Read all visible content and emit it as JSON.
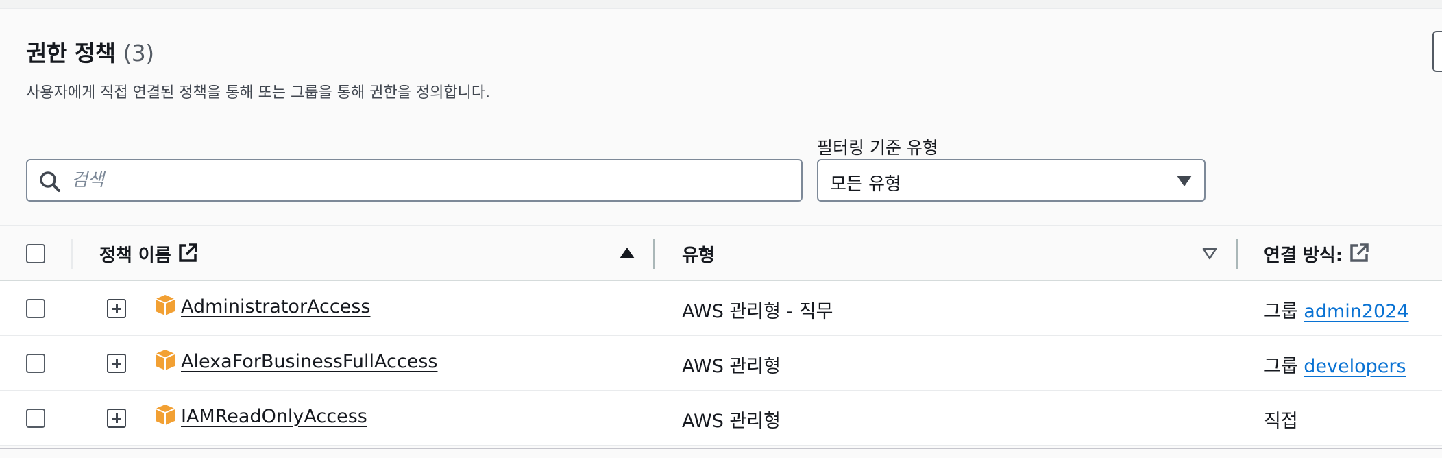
{
  "header": {
    "title": "권한 정책",
    "count": "(3)",
    "description": "사용자에게 직접 연결된 정책을 통해 또는 그룹을 통해 권한을 정의합니다."
  },
  "search": {
    "placeholder": "검색",
    "value": ""
  },
  "filter": {
    "label": "필터링 기준 유형",
    "selected": "모든 유형"
  },
  "table": {
    "columns": {
      "policy_name": "정책 이름",
      "type": "유형",
      "attached_via": "연결 방식:"
    },
    "rows": [
      {
        "policy_name": "AdministratorAccess",
        "type": "AWS 관리형 - 직무",
        "via_prefix": "그룹",
        "via_link": "admin2024"
      },
      {
        "policy_name": "AlexaForBusinessFullAccess",
        "type": "AWS 관리형",
        "via_prefix": "그룹",
        "via_link": "developers"
      },
      {
        "policy_name": "IAMReadOnlyAccess",
        "type": "AWS 관리형",
        "via_prefix": "직접",
        "via_link": ""
      }
    ]
  },
  "colors": {
    "link": "#0972d3",
    "package_icon": "#f2a033",
    "border": "#7d8998"
  },
  "icons": [
    "search-icon",
    "external-link-icon",
    "sort-ascending-icon",
    "sort-descending-icon",
    "expand-icon",
    "package-icon",
    "caret-down-icon"
  ]
}
